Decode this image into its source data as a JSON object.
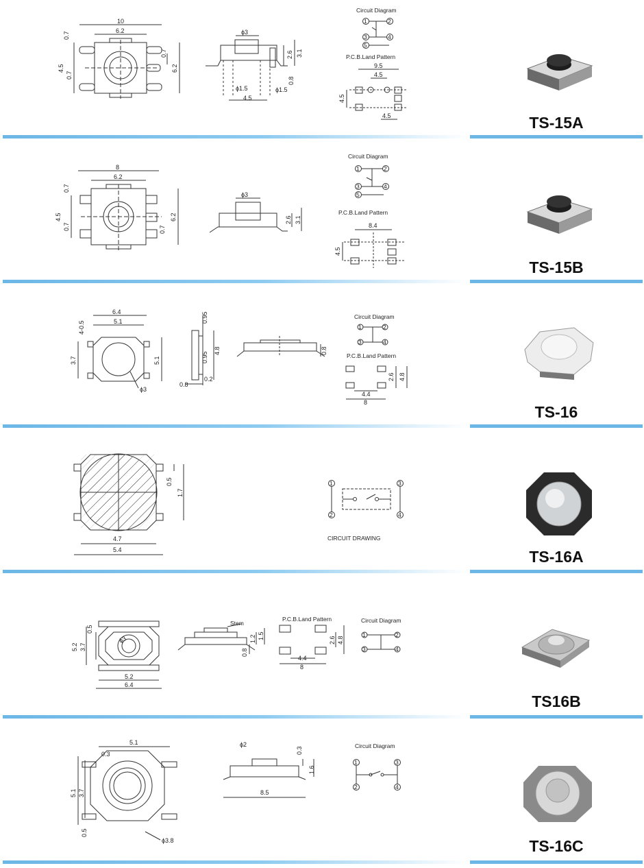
{
  "sections": [
    {
      "model": "TS-15A",
      "dims": {
        "w1": "10",
        "w2": "6.2",
        "h1": "0.7",
        "h2": "4.5",
        "h3": "0.7",
        "r1": "0.7",
        "r2": "6.2",
        "d1": "ϕ3",
        "s1": "2.6",
        "s2": "3.1",
        "s3": "0.8",
        "p1": "ϕ1.5",
        "p2": "ϕ1.5",
        "p3": "4.5"
      },
      "circuit_title": "Circuit Diagram",
      "pins": [
        "1",
        "2",
        "3",
        "4",
        "5"
      ],
      "pcb_title": "P.C.B.Land Pattern",
      "pcb": {
        "a": "9.5",
        "b": "4.5",
        "c": "4.5",
        "d": "4.5"
      }
    },
    {
      "model": "TS-15B",
      "dims": {
        "w1": "8",
        "w2": "6.2",
        "h1": "0.7",
        "h2": "4.5",
        "h3": "0.7",
        "r1": "0.7",
        "r2": "6.2",
        "d1": "ϕ3",
        "s1": "2.6",
        "s2": "3.1"
      },
      "circuit_title": "Circuit Diagram",
      "pins": [
        "1",
        "2",
        "3",
        "4",
        "5"
      ],
      "pcb_title": "P.C.B.Land Pattern",
      "pcb": {
        "a": "8.4",
        "b": "4.5"
      }
    },
    {
      "model": "TS-16",
      "dims": {
        "w1": "6.4",
        "w2": "5.1",
        "v1": "4-0.5",
        "h1": "3.7",
        "r1": "5.1",
        "d1": "ϕ3",
        "s1": "0.95",
        "s2": "0.95",
        "s3": "4.8",
        "s4": "0.2",
        "s5": "0.8",
        "f1": "0.8"
      },
      "circuit_title": "Circuit Diagram",
      "pins": [
        "1",
        "2",
        "3",
        "4"
      ],
      "pcb_title": "P.C.B.Land Pattern",
      "pcb": {
        "a": "2.6",
        "b": "4.8",
        "c": "4.4",
        "d": "8"
      }
    },
    {
      "model": "TS-16A",
      "dims": {
        "w1": "4.7",
        "w2": "5.4",
        "r1": "0.5",
        "r2": "1.7"
      },
      "pins": [
        "1",
        "2",
        "3",
        "4"
      ],
      "circuit_caption": "CIRCUIT DRAWING"
    },
    {
      "model": "TS16B",
      "dims": {
        "h1": "5.2",
        "h2": "3.7",
        "h3": "0.5",
        "d1": "ϕ3",
        "w1": "5.2",
        "w2": "6.4",
        "stem": "Stem",
        "s1": "1.2",
        "s2": "1.5",
        "s3": "0.8"
      },
      "pcb_title": "P.C.B.Land Pattern",
      "pcb": {
        "a": "2.6",
        "b": "4.8",
        "c": "4.4",
        "d": "8"
      },
      "circuit_title": "Circuit Diagram",
      "pins": [
        "1",
        "2",
        "3",
        "4"
      ]
    },
    {
      "model": "TS-16C",
      "dims": {
        "w1": "5.1",
        "t1": "0.3",
        "h1": "5.1",
        "h2": "3.7",
        "b1": "0.5",
        "d1": "ϕ3.8",
        "d2": "ϕ2",
        "s1": "0.3",
        "s2": "1.6",
        "s3": "8.5"
      },
      "circuit_title": "Circuit Diagram",
      "pins": [
        "1",
        "2",
        "3",
        "4"
      ]
    }
  ],
  "colors": {
    "separator": "#6cb7e6",
    "line": "#333333",
    "switch_body": "#2a2a2a",
    "switch_base": "#c8c8c8"
  }
}
